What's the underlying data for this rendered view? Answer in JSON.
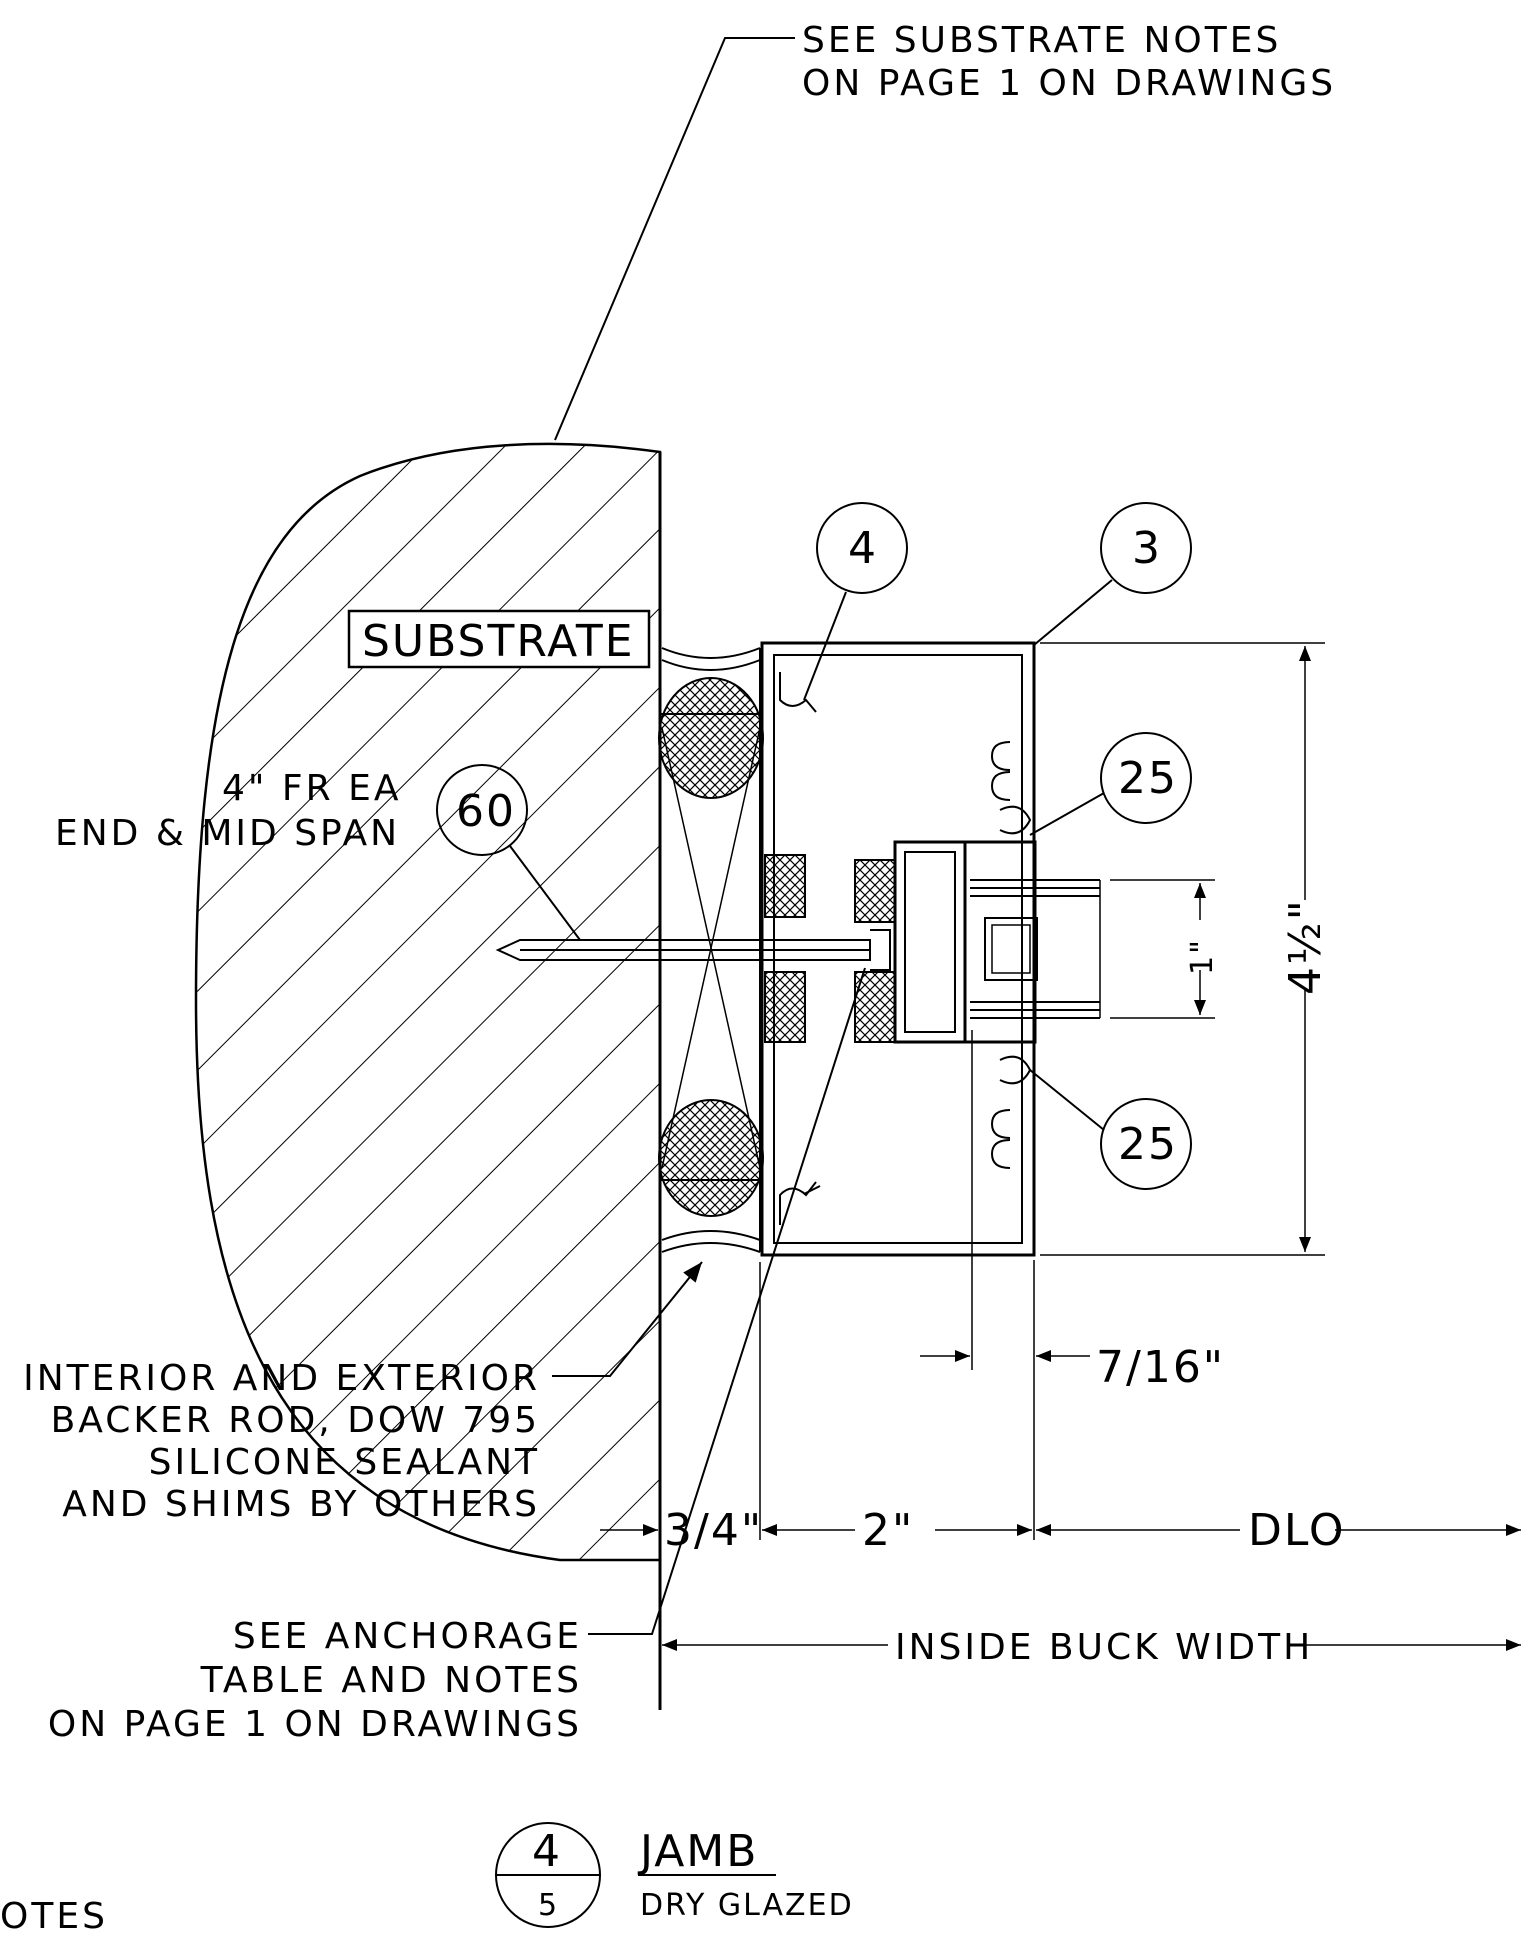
{
  "notes": {
    "substrate_notes": [
      "SEE SUBSTRATE NOTES",
      "ON PAGE 1 ON DRAWINGS"
    ],
    "substrate_label": "SUBSTRATE",
    "fastener_spacing": [
      "4\" FR EA",
      "END & MID SPAN"
    ],
    "sealant_notes": [
      "INTERIOR AND EXTERIOR",
      "BACKER ROD, DOW 795",
      "SILICONE SEALANT",
      "AND SHIMS BY OTHERS"
    ],
    "anchorage_notes": [
      "SEE ANCHORAGE",
      "TABLE AND NOTES",
      "ON PAGE 1 ON DRAWINGS"
    ],
    "partial_text": "OTES"
  },
  "callouts": {
    "c60": "60",
    "c4": "4",
    "c3": "3",
    "c25_top": "25",
    "c25_bottom": "25"
  },
  "dimensions": {
    "overall_height": "4½\"",
    "glass_thickness": "1\"",
    "bite": "7/16\"",
    "shim_gap": "3/4\"",
    "frame_depth": "2\"",
    "dlo": "DLO",
    "inside_buck_width": "INSIDE BUCK WIDTH"
  },
  "title_block": {
    "detail_number": "4",
    "sheet_number": "5",
    "title": "JAMB",
    "subtitle": "DRY GLAZED"
  }
}
